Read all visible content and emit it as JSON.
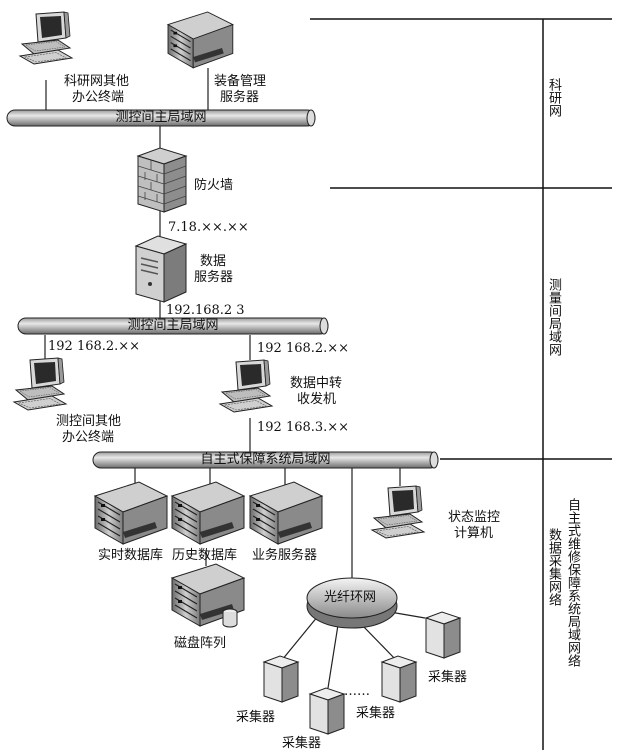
{
  "zones": {
    "research": "科研网",
    "measure": "测量间局域网",
    "maintenance_a": "自主式维修保障系统局域网络",
    "maintenance_b": "数据采集网络"
  },
  "buses": {
    "top": "测控间主局域网",
    "middle": "测控间主局域网",
    "bottom": "自主式保障系统局域网"
  },
  "labels": {
    "research_office_1": "科研网其他",
    "research_office_2": "办公终端",
    "equip_server_1": "装备管理",
    "equip_server_2": "服务器",
    "firewall": "防火墙",
    "firewall_ip": "7.18.××.××",
    "data_server_1": "数据",
    "data_server_2": "服务器",
    "data_server_ip": "192.168.2 3",
    "office_ip": "192 168.2.××",
    "relay_ip_top": "192 168.2.××",
    "relay_1": "数据中转",
    "relay_2": "收发机",
    "relay_ip_bottom": "192 168.3.××",
    "office_1": "测控间其他",
    "office_2": "办公终端",
    "state_1": "状态监控",
    "state_2": "计算机",
    "realtime_db": "实时数据库",
    "history_db": "历史数据库",
    "biz_server": "业务服务器",
    "disk_array": "磁盘阵列",
    "fiber_ring": "光纤环网",
    "collector_1": "采集器",
    "collector_2": "采集器",
    "collector_3": "采集器",
    "collector_4": "采集器",
    "ellipsis": "……"
  },
  "icons": {
    "workstation": "workstation-icon",
    "server": "server-icon",
    "tower": "tower-server-icon",
    "firewall": "firewall-icon",
    "disk": "disk-array-icon",
    "collector": "collector-icon"
  }
}
